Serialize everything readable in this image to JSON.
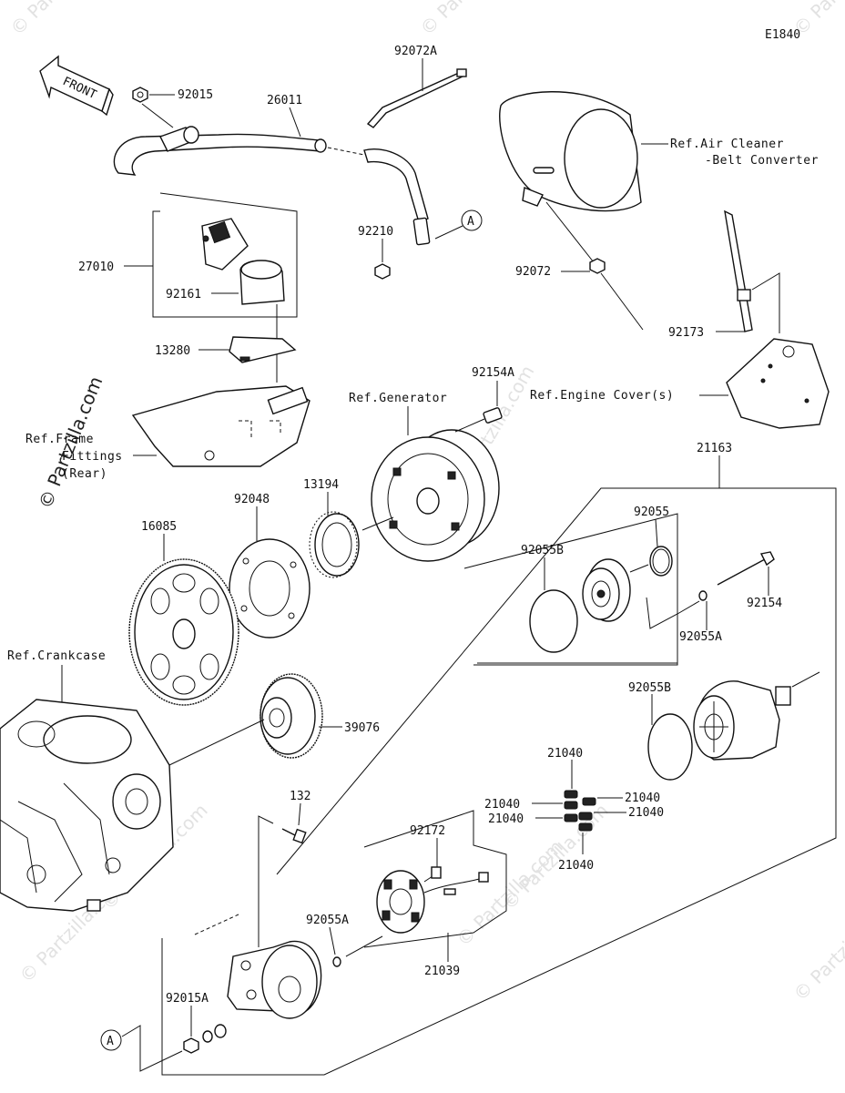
{
  "diagram_id": "E1840",
  "front_label": "FRONT",
  "watermark": "© Partzilla.com",
  "watermark_small": "© Partzilla.com",
  "callout_a": "A",
  "parts": {
    "p92015": "92015",
    "p26011": "26011",
    "p92072A": "92072A",
    "p27010": "27010",
    "p92161": "92161",
    "p13280": "13280",
    "p92210": "92210",
    "p92072": "92072",
    "p92173": "92173",
    "p92154A": "92154A",
    "p13194": "13194",
    "p92048": "92048",
    "p16085": "16085",
    "p39076": "39076",
    "p21163": "21163",
    "p92055": "92055",
    "p92055B_a": "92055B",
    "p92154": "92154",
    "p92055A_a": "92055A",
    "p92055B_b": "92055B",
    "p21040_1": "21040",
    "p21040_2": "21040",
    "p21040_3": "21040",
    "p21040_4": "21040",
    "p21040_5": "21040",
    "p21040_6": "21040",
    "p132": "132",
    "p92172": "92172",
    "p92055A_b": "92055A",
    "p21039": "21039",
    "p92015A": "92015A"
  },
  "refs": {
    "air_cleaner_1": "Ref.Air Cleaner",
    "air_cleaner_2": "-Belt Converter",
    "engine_cover": "Ref.Engine Cover(s)",
    "generator": "Ref.Generator",
    "frame_1": "Ref.Frame",
    "frame_2": "Fittings",
    "frame_3": "(Rear)",
    "crankcase": "Ref.Crankcase"
  }
}
